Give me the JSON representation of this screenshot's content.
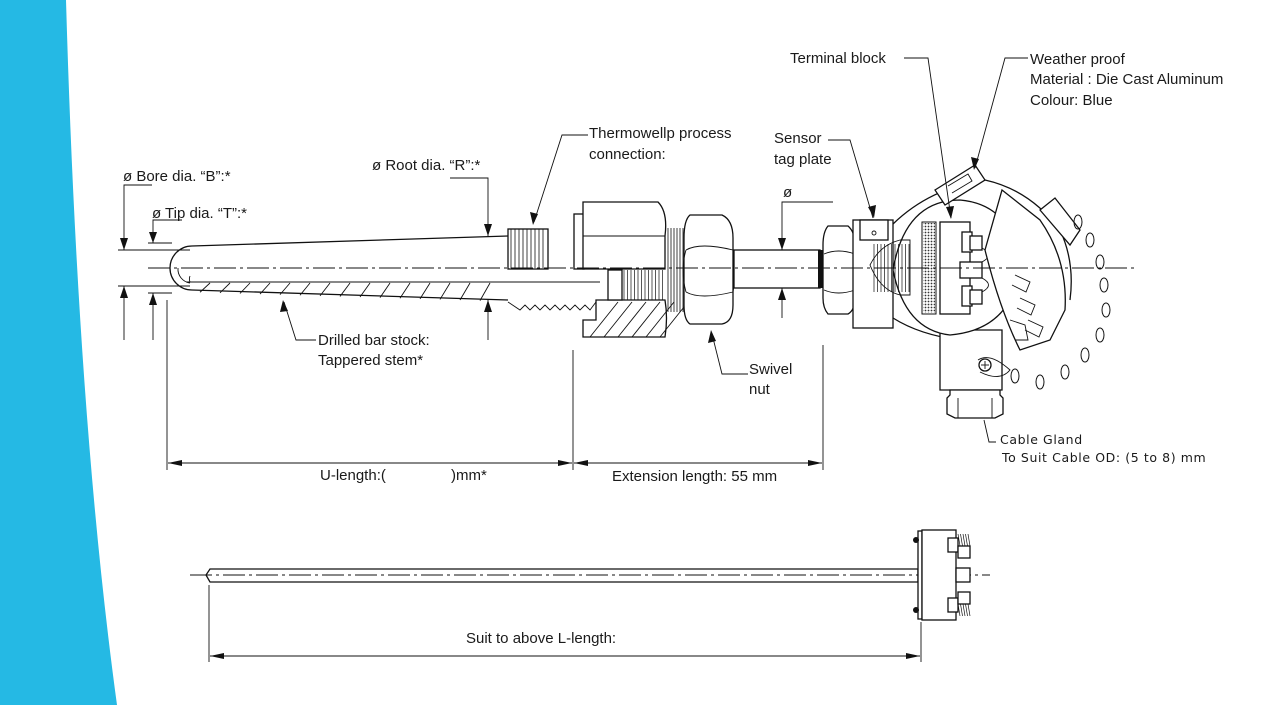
{
  "background": {
    "accent_color": "#25b9e4"
  },
  "labels": {
    "bore_dia": "ø Bore dia. “B”:*",
    "tip_dia": "ø Tip dia. “T”:*",
    "root_dia": "ø Root dia. “R”:*",
    "process_connection_line1": "Thermowellp process",
    "process_connection_line2": "connection:",
    "sensor_tag_line1": "Sensor",
    "sensor_tag_line2": "tag plate",
    "extension_dia": "ø",
    "terminal_block": "Terminal block",
    "weather_proof_line1": "Weather proof",
    "weather_proof_line2": "Material : Die Cast Aluminum",
    "weather_proof_line3": "Colour: Blue",
    "drilled_bar_line1": "Drilled bar stock:",
    "drilled_bar_line2": "Tappered stem*",
    "swivel_nut_line1": "Swivel",
    "swivel_nut_line2": "nut",
    "cable_gland_line1": "Cable Gland",
    "cable_gland_line2": "To Suit Cable OD: (5 to 8) mm",
    "u_length_prefix": "U-length:(",
    "u_length_suffix": ")mm*",
    "extension_length": "Extension length: 55 mm",
    "l_length": "Suit to above L-length:"
  }
}
